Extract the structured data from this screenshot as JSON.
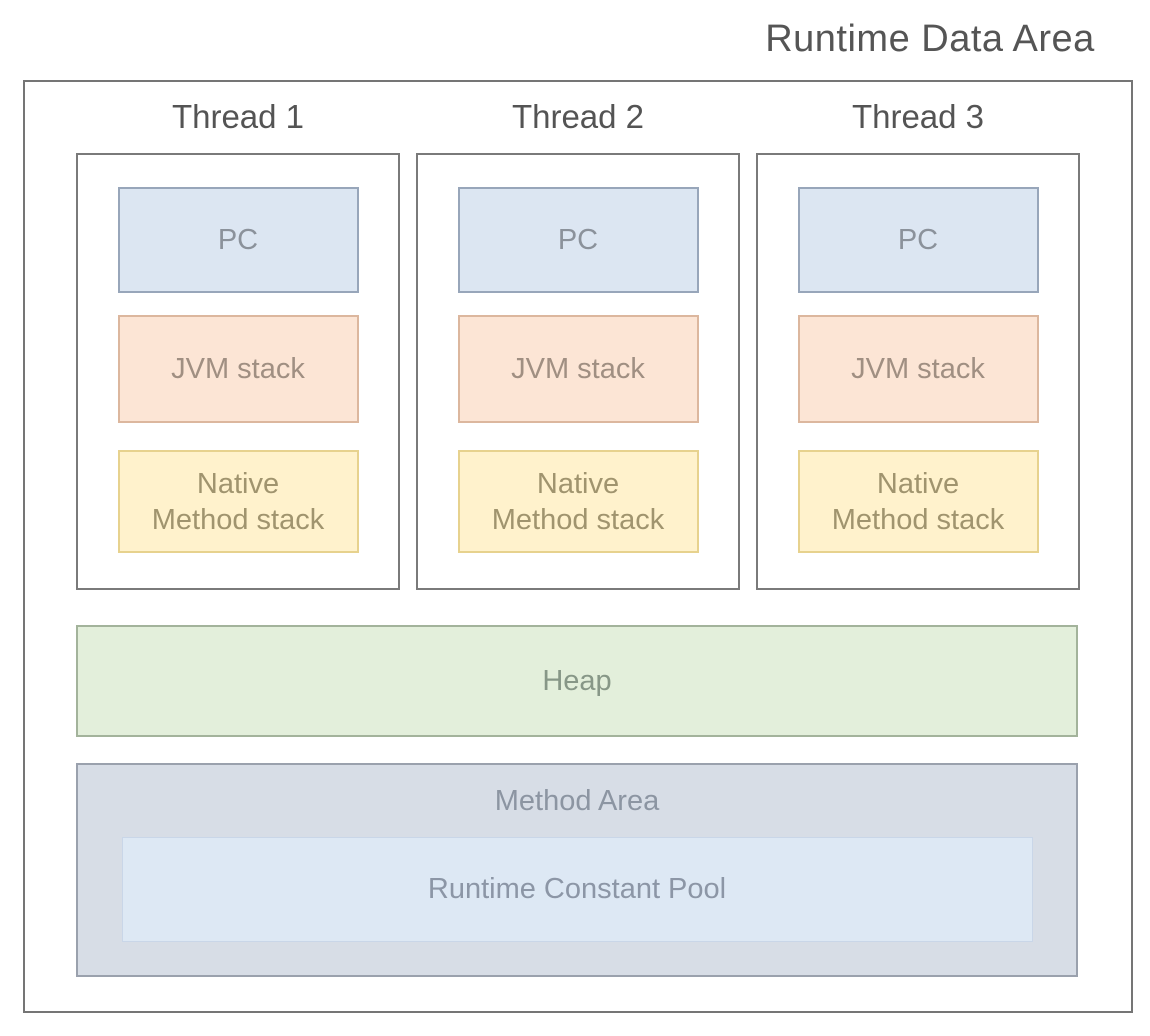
{
  "title": "Runtime Data Area",
  "threads": [
    {
      "label": "Thread 1",
      "components": [
        {
          "name": "pc",
          "label": "PC"
        },
        {
          "name": "jvm-stack",
          "label": "JVM stack"
        },
        {
          "name": "native-method-stack",
          "lines": [
            "Native",
            "Method stack"
          ]
        }
      ]
    },
    {
      "label": "Thread 2",
      "components": [
        {
          "name": "pc",
          "label": "PC"
        },
        {
          "name": "jvm-stack",
          "label": "JVM stack"
        },
        {
          "name": "native-method-stack",
          "lines": [
            "Native",
            "Method stack"
          ]
        }
      ]
    },
    {
      "label": "Thread 3",
      "components": [
        {
          "name": "pc",
          "label": "PC"
        },
        {
          "name": "jvm-stack",
          "label": "JVM stack"
        },
        {
          "name": "native-method-stack",
          "lines": [
            "Native",
            "Method stack"
          ]
        }
      ]
    }
  ],
  "heap": {
    "label": "Heap"
  },
  "method_area": {
    "label": "Method Area",
    "runtime_constant_pool": {
      "label": "Runtime Constant Pool"
    }
  },
  "colors": {
    "pc_fill": "#dce6f2",
    "pc_border": "#98a6ba",
    "jvm_stack_fill": "#fce5d5",
    "jvm_stack_border": "#dcb79e",
    "native_method_stack_fill": "#fff2cc",
    "native_method_stack_border": "#e7d28e",
    "heap_fill": "#e3efdb",
    "heap_border": "#a3b39b",
    "method_area_fill": "#d7dde6",
    "method_area_border": "#9aa1ad",
    "runtime_constant_pool_fill": "#dde8f4",
    "box_border_gray": "#757575",
    "heading_text": "#545454"
  }
}
